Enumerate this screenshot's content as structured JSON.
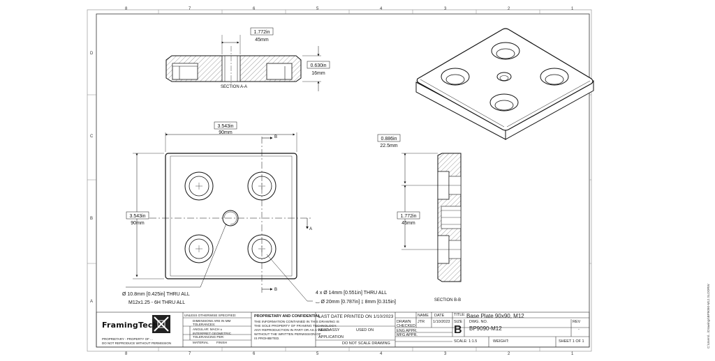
{
  "border": {
    "columns": [
      "8",
      "7",
      "6",
      "5",
      "4",
      "3",
      "2",
      "1"
    ],
    "rows": [
      "D",
      "C",
      "B",
      "A"
    ]
  },
  "section_aa": {
    "title": "SECTION A-A",
    "width_in": "1.772in",
    "width_mm": "45mm",
    "height_in": "0.630in",
    "height_mm": "16mm"
  },
  "top_view": {
    "width_in": "3.543in",
    "width_mm": "90mm",
    "height_in": "3.543in",
    "height_mm": "90mm",
    "cut_a": "A",
    "cut_b": "B",
    "note_center_1": "Ø 10.8mm [0.425in] THRU ALL",
    "note_center_2": "M12x1.25 - 6H THRU ALL",
    "note_holes_1": "4 x Ø 14mm [0.551in] THRU ALL",
    "note_holes_2": "⌴ Ø 20mm [0.787in] ↧ 8mm [0.315in]"
  },
  "section_bb": {
    "title": "SECTION B-B",
    "offset_in": "0.886in",
    "offset_mm": "22.5mm",
    "spacing_in": "1.772in",
    "spacing_mm": "45mm"
  },
  "title_block": {
    "logo": "FramingTech",
    "logo_sub_1": "PROPRIETARY - PROPERTY OF ...",
    "logo_sub_2": "DO NOT REPRODUCE WITHOUT PERMISSION",
    "tol_header": "UNLESS OTHERWISE SPECIFIED:",
    "tol_row_1": "DIMENSIONS ARE IN MM",
    "tol_row_2": "TOLERANCES:",
    "tol_row_3": "ANGULAR: MACH ±",
    "tol_row_4": "INTERPRET GEOMETRIC",
    "tol_row_5": "TOLERANCING PER:",
    "tol_row_6": "MATERIAL",
    "tol_row_7": "FINISH",
    "proprietary_title": "PROPRIETARY AND CONFIDENTIAL",
    "proprietary_1": "THE INFORMATION CONTAINED IN THIS DRAWING IS",
    "proprietary_2": "THE SOLE PROPERTY OF FRAMING TECHNOLOGY.",
    "proprietary_3": "ANY REPRODUCTION IN PART OR AS A WHOLE",
    "proprietary_4": "WITHOUT THE WRITTEN PERMISSION OF",
    "proprietary_5": "IS PROHIBITED.",
    "printed_label": "LAST DATE PRINTED ON 1/10/2023",
    "next_assy": "NEXT ASSY",
    "used_on": "USED ON",
    "application": "APPLICATION",
    "do_not_scale": "DO NOT SCALE DRAWING",
    "drawn_label": "DRAWN",
    "checked_label": "CHECKED",
    "eng_appr_label": "ENG APPR.",
    "mfg_appr_label": "MFG APPR.",
    "name_col": "NAME",
    "date_col": "DATE",
    "drawn_name": "JTR",
    "drawn_date": "1/10/2023",
    "title_label": "TITLE:",
    "title_value": "Base Plate 90x90, M12",
    "size_label": "SIZE",
    "size_value": "B",
    "dwg_no_label": "DWG. NO.",
    "dwg_no_value": "BP9090-M12",
    "rev_label": "REV",
    "rev_value": "-",
    "scale_label": "SCALE: 1:1.5",
    "weight_label": "WEIGHT:",
    "sheet_label": "SHEET 1 OF 1"
  },
  "side_note": "C:\\Users\\...\\Drawings\\BP9090-M12.SLDDRW"
}
